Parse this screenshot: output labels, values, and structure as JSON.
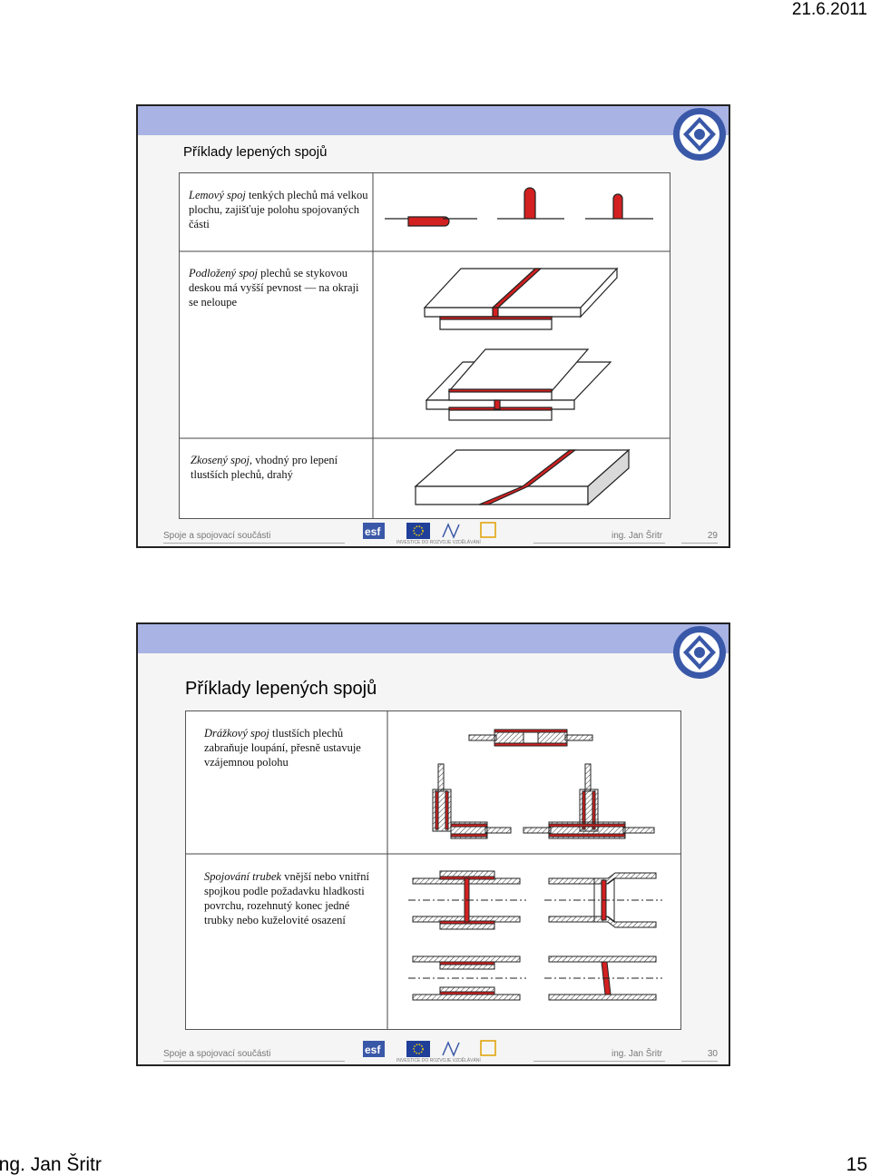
{
  "page": {
    "date": "21.6.2011",
    "author": "ing. Jan Šritr",
    "number": "15"
  },
  "slides": [
    {
      "title": "Příklady lepených spojů",
      "figure_text": {
        "t1_term": "Lemový spoj",
        "t1_rest": " tenkých plechů má velkou plochu, zajišťuje polohu spojovaných části",
        "t2_term": "Podložený spoj",
        "t2_rest": " plechů se stykovou deskou má vyšší pevnost — na okraji se neloupe",
        "t3_term": "Zkosený spoj,",
        "t3_rest": " vhodný pro lepení tlustších plechů, drahý"
      },
      "footer": {
        "left": "Spoje a spojovací součásti",
        "right": "ing. Jan Šritr",
        "number": "29"
      }
    },
    {
      "title": "Příklady lepených spojů",
      "figure_text": {
        "t1_term": "Drážkový spoj",
        "t1_rest": " tlustších plechů zabraňuje loupání, přesně ustavuje vzájemnou polohu",
        "t2_term": "Spojování trubek",
        "t2_rest": " vnější nebo vnitřní spojkou podle požadavku hladkosti povrchu, rozehnutý konec jedné trubky nebo kuželovité osazení"
      },
      "footer": {
        "left": "Spoje a spojovací součásti",
        "right": "ing. Jan Šritr",
        "number": "30"
      }
    }
  ],
  "footer_logos": {
    "caption": "INVESTICE DO ROZVOJE VZDĚLÁVÁNÍ",
    "esf_text": "esf"
  },
  "colors": {
    "band": "#a9b3e4",
    "glue": "#d32020",
    "logo_blue": "#3a58a8"
  },
  "icons": [
    "school-logo",
    "esf-logo",
    "eu-flag-logo",
    "msmt-logo",
    "op-logo"
  ]
}
